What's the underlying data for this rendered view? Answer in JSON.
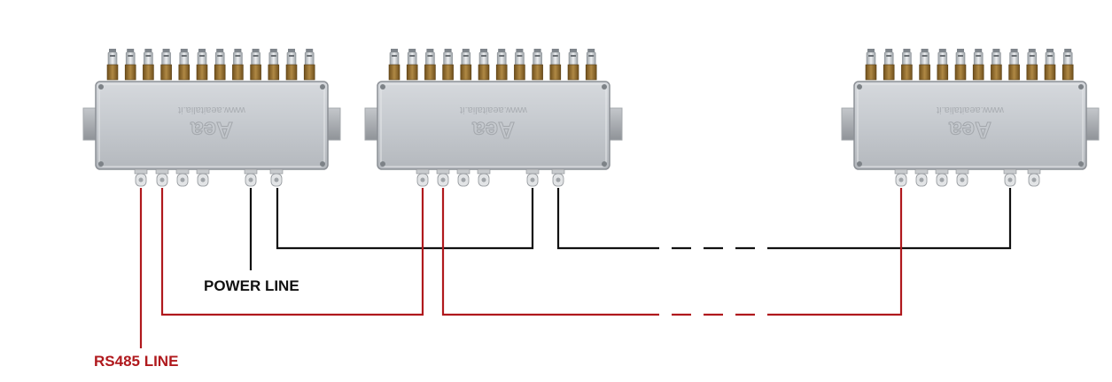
{
  "labels": {
    "power_line": "POWER LINE",
    "rs485_line": "RS485 LINE"
  },
  "box_imprint": {
    "website": "www.aeaitalia.it",
    "logo_text": "Aea"
  },
  "devices": [
    {
      "id": "box-1"
    },
    {
      "id": "box-2"
    },
    {
      "id": "box-3"
    }
  ],
  "colors": {
    "power_wire": "#111111",
    "rs485_wire": "#b0191d",
    "power_label": "#111111",
    "rs485_label": "#b0191d",
    "box_body": "#c9cdd2",
    "box_edge": "#8c9096",
    "connector_brass": "#9b7432",
    "connector_silver": "#cfd3d6",
    "gland": "#e2e4e6",
    "din_rail": "#a5a9ad"
  },
  "icons": {
    "box": "junction-box-icon",
    "bnc": "bnc-connector-icon",
    "gland": "cable-gland-icon",
    "rail": "din-rail-icon"
  }
}
